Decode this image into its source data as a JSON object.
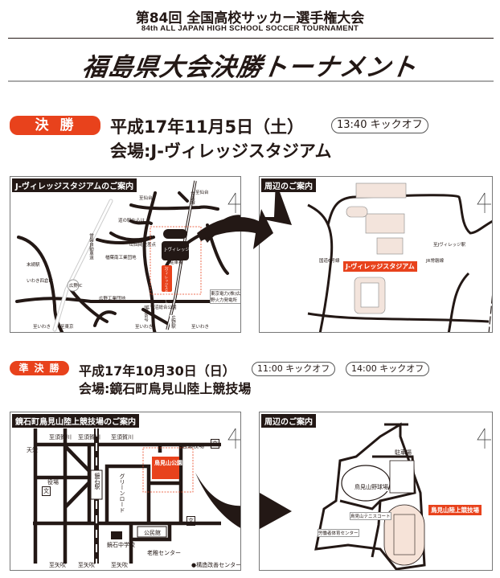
{
  "header": {
    "title": "第84回 全国高校サッカー選手権大会",
    "subtitle": "84th ALL JAPAN HIGH SCHOOL SOCCER TOURNAMENT",
    "main_title": "福島県大会決勝トーナメント"
  },
  "final": {
    "badge": "決勝",
    "date": "平成17年11月5日（土）",
    "kickoff": "13:40 キックオフ",
    "venue": "会場:J-ヴィレッジスタジアム",
    "map1": {
      "title": "J-ヴィレッジスタジアムのご案内",
      "labels": [
        "至仙台",
        "至仙台",
        "道の駅ならは",
        "山田岡交差点",
        "楢葉南工業団地",
        "J-ヴィレッジ",
        "Jヴィレッジスタジアム",
        "広野工業団地",
        "二ツ沼総合公園",
        "東京電力(株)広野火力発電所",
        "広野IC",
        "至いわき",
        "至いわき",
        "至いわき",
        "至東京",
        "末続駅",
        "いわき四倉IC",
        "常磐自動車道",
        "国道6号",
        "常磐線",
        "広野駅",
        "駐車場"
      ]
    },
    "map2": {
      "title": "周辺のご案内",
      "stadium": "J-ヴィレッジスタジアム",
      "labels": [
        "国道6号線",
        "JR常磐線",
        "至Jヴィレッジ駅"
      ]
    }
  },
  "semifinal": {
    "badge": "準決勝",
    "date": "平成17年10月30日（日）",
    "kickoffs": [
      "11:00 キックオフ",
      "14:00 キックオフ"
    ],
    "venue": "会場:鏡石町鳥見山陸上競技場",
    "map1": {
      "title": "鏡石町鳥見山陸上競技場のご案内",
      "labels": [
        "至須賀川",
        "至須賀川",
        "至須賀川",
        "天栄",
        "岩瀬牧場",
        "役場",
        "鳥見山公園",
        "鏡石駅",
        "グリーンロード",
        "公民館",
        "鏡石中学校",
        "老稚センター",
        "●構造改善センター",
        "至矢吹",
        "至矢吹",
        "至矢吹",
        "文"
      ]
    },
    "map2": {
      "title": "周辺のご案内",
      "labels": [
        "駐車場",
        "鳥見山野球場",
        "鳥見山テニスコート",
        "労働者体育センター"
      ],
      "stadium": "鳥見山陸上競技場"
    }
  }
}
